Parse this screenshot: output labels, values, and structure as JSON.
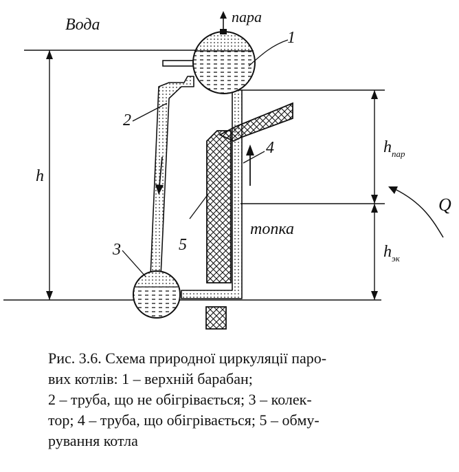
{
  "labels": {
    "water": "Вода",
    "steam": "пара",
    "num1": "1",
    "num2": "2",
    "num3": "3",
    "num4": "4",
    "num5": "5",
    "h": "h",
    "h_par_main": "h",
    "h_par_sub": "пар",
    "furnace": "топка",
    "h_ek_main": "h",
    "h_ek_sub": "эк",
    "q": "Q"
  },
  "caption": {
    "line1": "Рис. 3.6. Схема природної циркуляції паро-",
    "line2": "вих котлів: 1 – верхній барабан;",
    "line3": "2 – труба, що не обігрівається; 3 – колек-",
    "line4": "тор; 4 – труба, що обігрівається; 5 – обму-",
    "line5": "рування котла"
  }
}
